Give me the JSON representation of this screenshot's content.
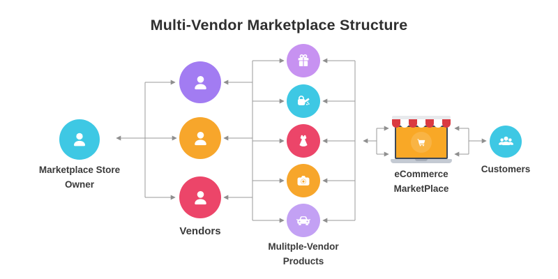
{
  "title": "Multi-Vendor Marketplace Structure",
  "colors": {
    "cyan": "#3ec8e4",
    "purple": "#a27cf2",
    "orange": "#f7a62b",
    "red": "#ec4569",
    "light_purple": "#c792f1",
    "lavender": "#c3a1f4",
    "arrow_gray": "#8f8f8f",
    "awning_red": "#da3a41",
    "screen_orange": "#f9a826",
    "laptop_frame": "#3d4756",
    "text": "#3a3a3a"
  },
  "nodes": {
    "owner": {
      "label": "Marketplace Store Owner",
      "icon": "person-icon",
      "color": "#3ec8e4"
    },
    "vendors": {
      "label": "Vendors",
      "items": [
        {
          "icon": "person-icon",
          "color": "#a27cf2"
        },
        {
          "icon": "person-icon",
          "color": "#f7a62b"
        },
        {
          "icon": "person-icon",
          "color": "#ec4569"
        }
      ]
    },
    "products": {
      "label": "Mulitple-Vendor Products",
      "items": [
        {
          "icon": "gift-icon",
          "color": "#c792f1"
        },
        {
          "icon": "watering-can-icon",
          "color": "#3ec8e4"
        },
        {
          "icon": "dress-icon",
          "color": "#ec4569"
        },
        {
          "icon": "camera-icon",
          "color": "#f7a62b"
        },
        {
          "icon": "car-icon",
          "color": "#c3a1f4"
        }
      ]
    },
    "marketplace": {
      "label": "eCommerce MarketPlace",
      "icon": "storefront-laptop-icon"
    },
    "customers": {
      "label": "Customers",
      "icon": "customers-group-icon",
      "color": "#3ec8e4"
    }
  }
}
